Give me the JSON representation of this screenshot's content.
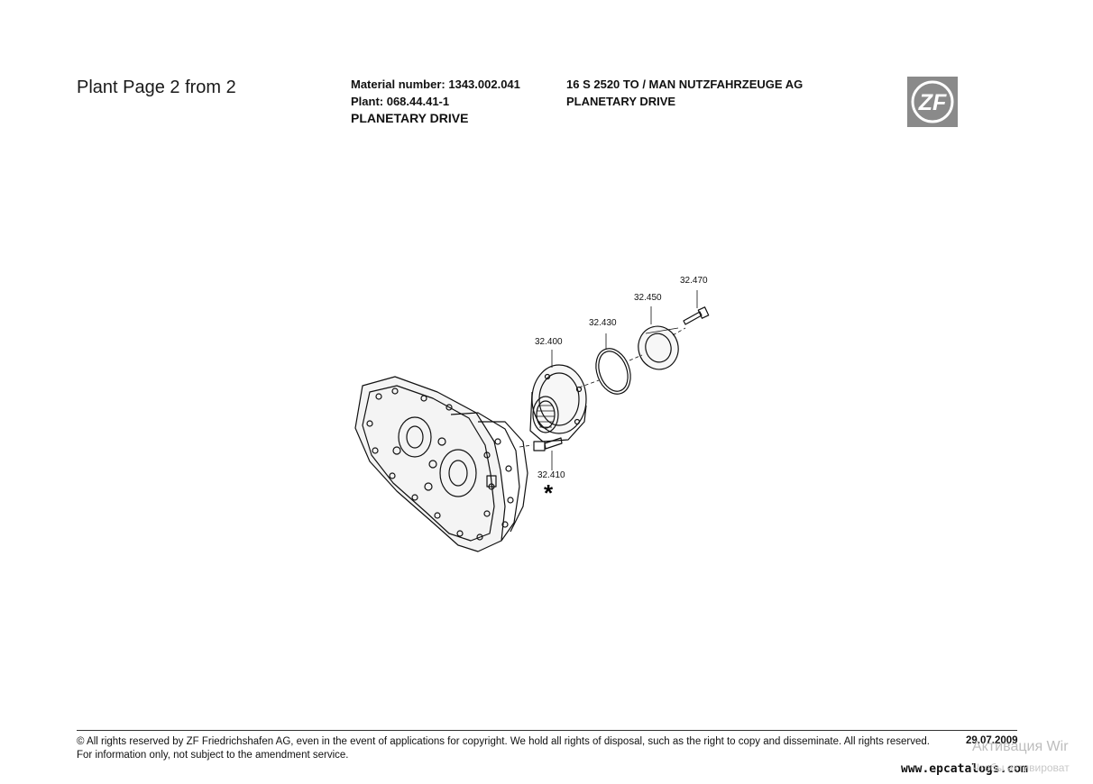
{
  "header": {
    "page_title": "Plant Page 2 from 2",
    "material_number": "Material number: 1343.002.041",
    "plant": "Plant: 068.44.41-1",
    "group": "PLANETARY DRIVE",
    "model": "16 S 2520 TO / MAN NUTZFAHRZEUGE AG",
    "subtitle": "PLANETARY DRIVE",
    "logo_text": "ZF"
  },
  "diagram": {
    "callouts": [
      "32.470",
      "32.450",
      "32.430",
      "32.400",
      "32.410"
    ],
    "marker": "*"
  },
  "footer": {
    "copyright": "© All rights reserved by ZF Friedrichshafen AG, even in the event of applications for copyright. We hold all rights of disposal, such as the right to copy and disseminate. All rights reserved.",
    "notice": "For information only, not subject to the amendment service.",
    "date": "29.07.2009",
    "site": "www.epcatalogs.com"
  },
  "overlay": {
    "activation_title": "Активация Wir",
    "activation_sub": "Чтобы активироват"
  },
  "colors": {
    "logo_bg": "#8a8a8a",
    "ink": "#111111"
  }
}
